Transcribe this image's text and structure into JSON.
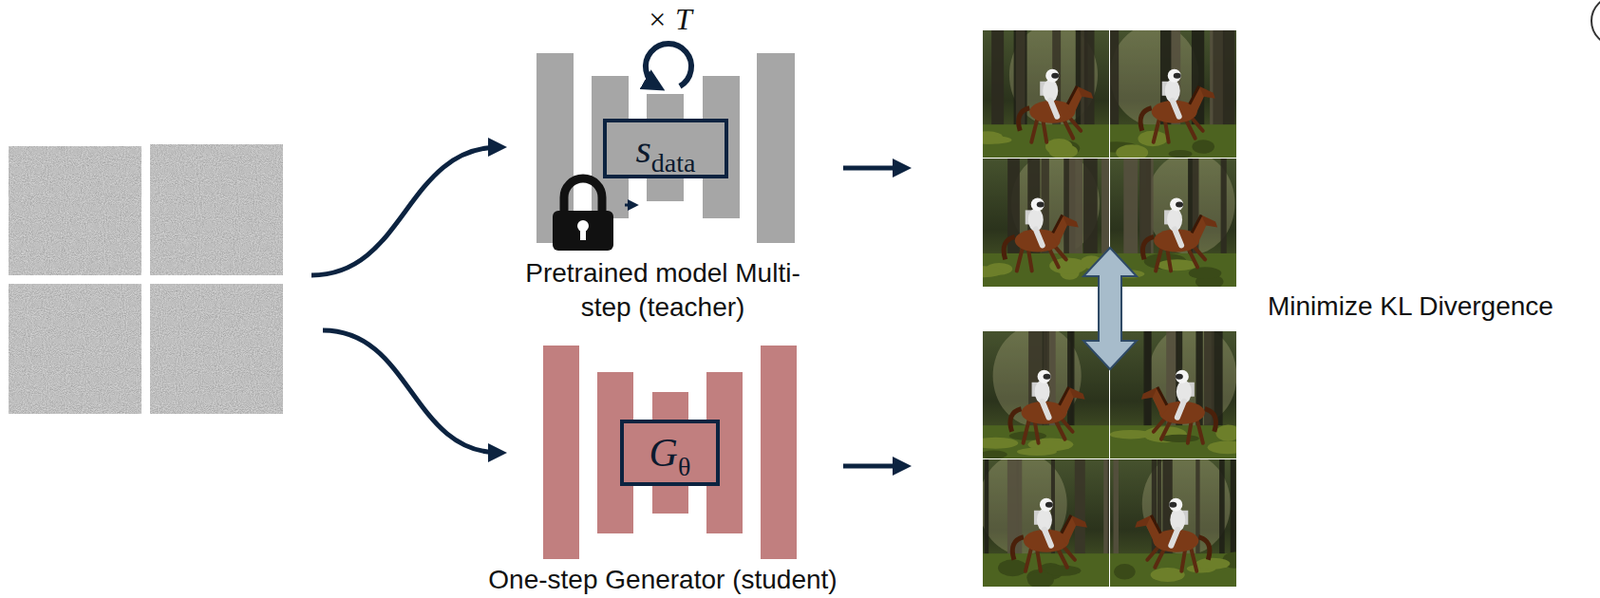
{
  "diagram": {
    "nodes": [
      {
        "text": [
          "Pretrained model Multi-step (teacher)"
        ]
      },
      {
        "text": [
          "s",
          "data"
        ],
        "in": 0
      },
      {
        "text": [
          "One-step Generator (student)"
        ]
      },
      {
        "text": [
          "G",
          "θ"
        ],
        "in": 2
      }
    ],
    "labels": [
      "× T",
      "Minimize KL Divergence"
    ]
  }
}
